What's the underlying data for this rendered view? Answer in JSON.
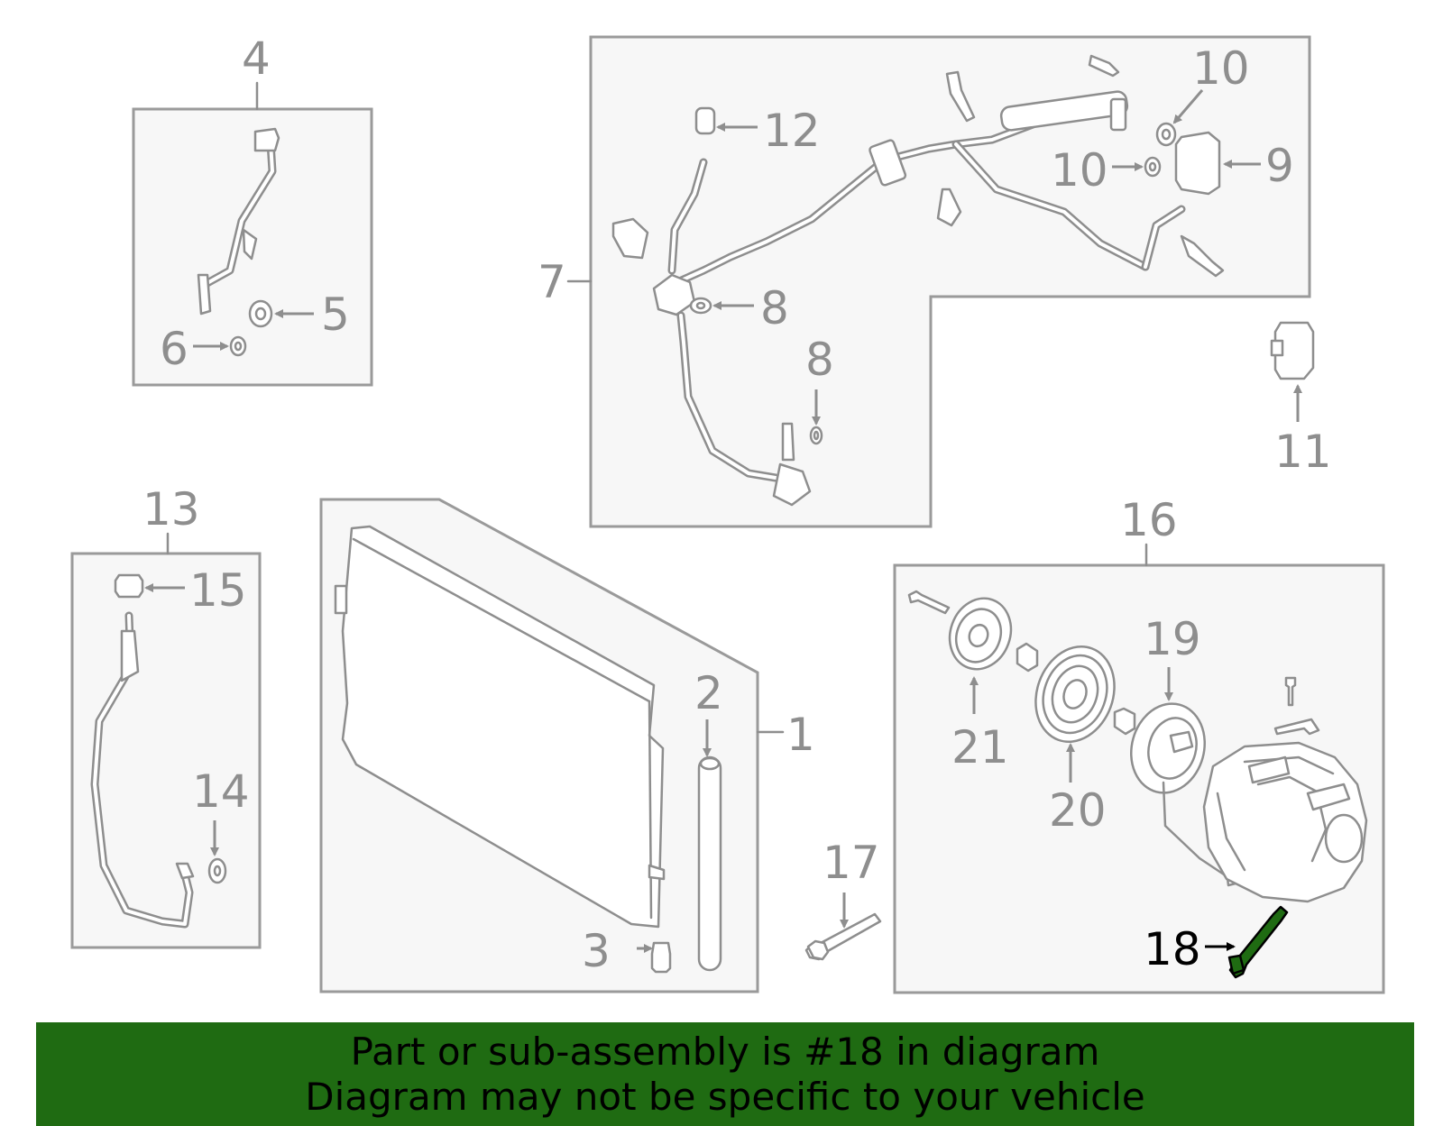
{
  "callouts": {
    "c1": "1",
    "c2": "2",
    "c3": "3",
    "c4": "4",
    "c5": "5",
    "c6": "6",
    "c7": "7",
    "c8a": "8",
    "c8b": "8",
    "c9": "9",
    "c10a": "10",
    "c10b": "10",
    "c11": "11",
    "c12": "12",
    "c13": "13",
    "c14": "14",
    "c15": "15",
    "c16": "16",
    "c17": "17",
    "c18": "18",
    "c19": "19",
    "c20": "20",
    "c21": "21"
  },
  "highlight": {
    "part_number": "18",
    "color": "#1f6b12"
  },
  "banner": {
    "line1": "Part or sub-assembly is #18 in diagram",
    "line2": "Diagram may not be specific to your vehicle"
  }
}
